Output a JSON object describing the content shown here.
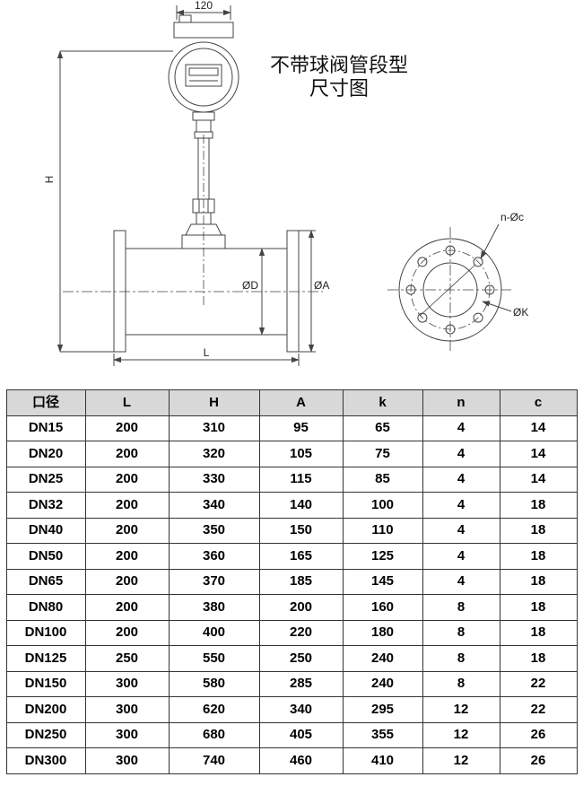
{
  "title": {
    "line1": "不带球阀管段型",
    "line2": "尺寸图"
  },
  "drawing": {
    "labels": {
      "top_width": "120",
      "height": "H",
      "bore": "ØD",
      "flange_od": "ØA",
      "length": "L",
      "bolt_holes": "n-Øc",
      "bolt_circle": "ØK"
    }
  },
  "table": {
    "headers": [
      "口径",
      "L",
      "H",
      "A",
      "k",
      "n",
      "c"
    ],
    "rows": [
      [
        "DN15",
        "200",
        "310",
        "95",
        "65",
        "4",
        "14"
      ],
      [
        "DN20",
        "200",
        "320",
        "105",
        "75",
        "4",
        "14"
      ],
      [
        "DN25",
        "200",
        "330",
        "115",
        "85",
        "4",
        "14"
      ],
      [
        "DN32",
        "200",
        "340",
        "140",
        "100",
        "4",
        "18"
      ],
      [
        "DN40",
        "200",
        "350",
        "150",
        "110",
        "4",
        "18"
      ],
      [
        "DN50",
        "200",
        "360",
        "165",
        "125",
        "4",
        "18"
      ],
      [
        "DN65",
        "200",
        "370",
        "185",
        "145",
        "4",
        "18"
      ],
      [
        "DN80",
        "200",
        "380",
        "200",
        "160",
        "8",
        "18"
      ],
      [
        "DN100",
        "200",
        "400",
        "220",
        "180",
        "8",
        "18"
      ],
      [
        "DN125",
        "250",
        "550",
        "250",
        "240",
        "8",
        "18"
      ],
      [
        "DN150",
        "300",
        "580",
        "285",
        "240",
        "8",
        "22"
      ],
      [
        "DN200",
        "300",
        "620",
        "340",
        "295",
        "12",
        "22"
      ],
      [
        "DN250",
        "300",
        "680",
        "405",
        "355",
        "12",
        "26"
      ],
      [
        "DN300",
        "300",
        "740",
        "460",
        "410",
        "12",
        "26"
      ]
    ]
  }
}
